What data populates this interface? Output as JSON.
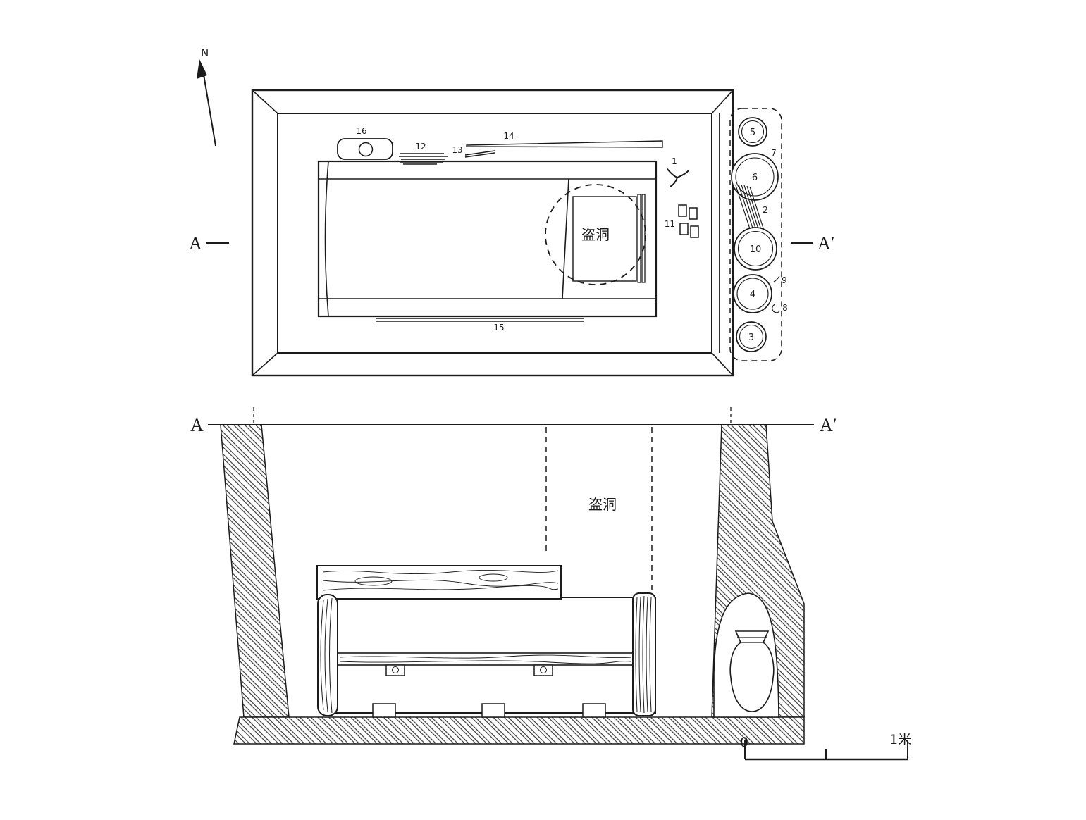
{
  "compass": {
    "label": "N"
  },
  "section_line": {
    "left": "A",
    "right": "A′"
  },
  "plan": {
    "robber_hole_label": "盗洞",
    "artifacts": {
      "a1": "1",
      "a11": "11",
      "a12": "12",
      "a13": "13",
      "a14": "14",
      "a15": "15",
      "a16": "16"
    },
    "niche": {
      "v2": "2",
      "v3": "3",
      "v4": "4",
      "v5": "5",
      "v6": "6",
      "v7": "7",
      "v8": "8",
      "v9": "9",
      "v10": "10"
    }
  },
  "section": {
    "robber_hole_label": "盗洞"
  },
  "scale": {
    "zero": "0",
    "unit": "1米"
  },
  "colors": {
    "ink": "#1b1b1b",
    "background": "#ffffff"
  }
}
